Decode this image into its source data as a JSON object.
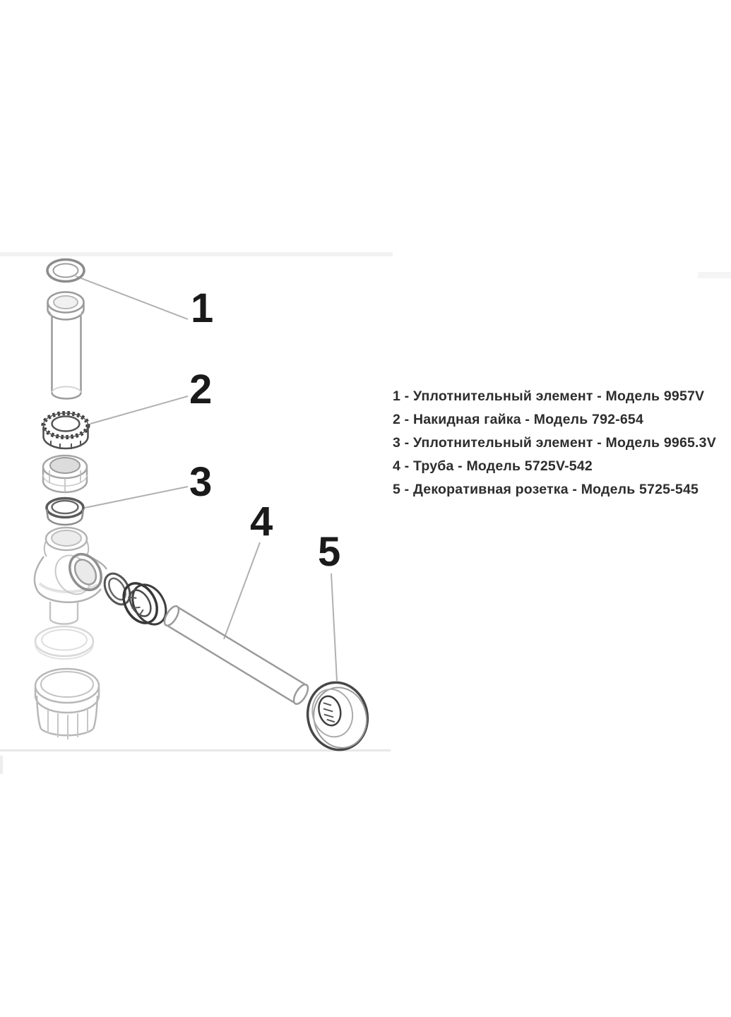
{
  "colors": {
    "background": "#ffffff",
    "legend_text": "#2d2d2d",
    "callout_text": "#1a1a1a",
    "line_light": "#a8a8a8",
    "line_dark": "#474747"
  },
  "diagram": {
    "callouts": [
      {
        "num": "1"
      },
      {
        "num": "2"
      },
      {
        "num": "3"
      },
      {
        "num": "4"
      },
      {
        "num": "5"
      }
    ]
  },
  "legend": {
    "items": [
      {
        "text": "1 - Уплотнительный элемент - Модель 9957V"
      },
      {
        "text": "2 - Накидная гайка - Модель 792-654"
      },
      {
        "text": "3 - Уплотнительный элемент - Модель 9965.3V"
      },
      {
        "text": "4 - Труба - Модель 5725V-542"
      },
      {
        "text": "5 - Декоративная розетка - Модель 5725-545"
      }
    ]
  }
}
